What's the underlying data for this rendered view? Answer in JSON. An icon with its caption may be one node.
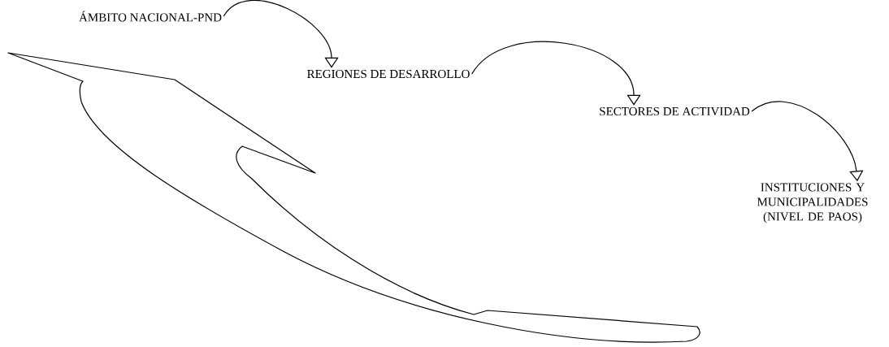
{
  "diagram": {
    "nodes": [
      {
        "text": [
          "ÁMBITO NACIONAL-PND"
        ]
      },
      {
        "text": [
          "REGIONES DE DESARROLLO"
        ]
      },
      {
        "text": [
          "SECTORES DE ACTIVIDAD"
        ]
      },
      {
        "text": [
          "INSTITUCIONES Y MUNICIPALIDADES (NIVEL DE PAOS)"
        ]
      }
    ],
    "edges": [
      {
        "from": 0,
        "to": 1,
        "arrow": "to"
      },
      {
        "from": 1,
        "to": 2,
        "arrow": "to"
      },
      {
        "from": 2,
        "to": 3,
        "arrow": "to"
      }
    ]
  }
}
